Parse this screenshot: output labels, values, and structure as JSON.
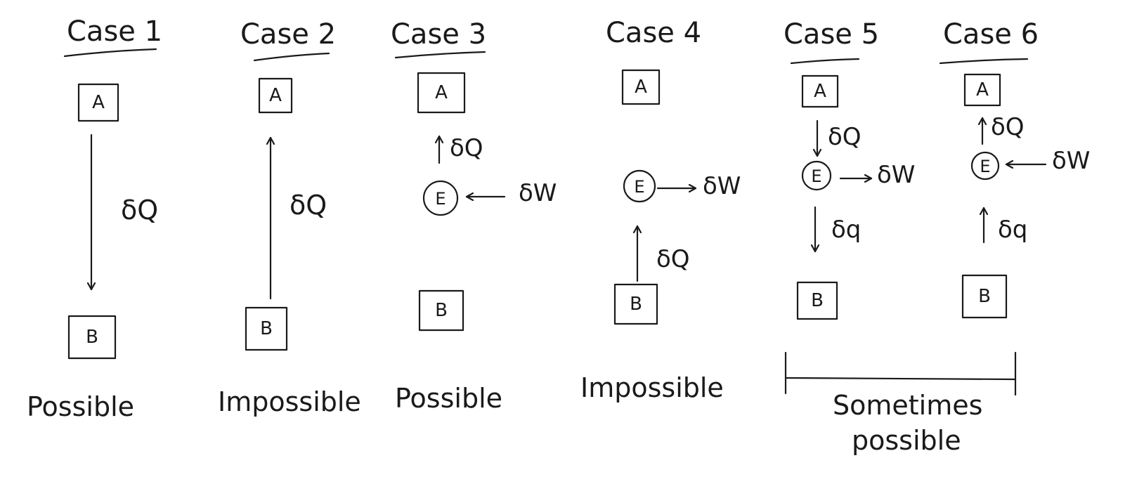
{
  "cases": [
    {
      "title": "Case 1",
      "top_box": "A",
      "bottom_box": "B",
      "arrows": [
        "δQ"
      ],
      "verdict": "Possible"
    },
    {
      "title": "Case 2",
      "top_box": "A",
      "bottom_box": "B",
      "arrows": [
        "δQ"
      ],
      "verdict": "Impossible"
    },
    {
      "title": "Case 3",
      "top_box": "A",
      "bottom_box": "B",
      "engine": "E",
      "arrows": [
        "δQ",
        "δW"
      ],
      "verdict": "Possible"
    },
    {
      "title": "Case 4",
      "top_box": "A",
      "bottom_box": "B",
      "engine": "E",
      "arrows": [
        "δW",
        "δQ"
      ],
      "verdict": "Impossible"
    },
    {
      "title": "Case 5",
      "top_box": "A",
      "bottom_box": "B",
      "engine": "E",
      "arrows": [
        "δQ",
        "δW",
        "δq"
      ]
    },
    {
      "title": "Case 6",
      "top_box": "A",
      "bottom_box": "B",
      "engine": "E",
      "arrows": [
        "δQ",
        "δW",
        "δq"
      ]
    }
  ],
  "group_verdict": {
    "line1": "Sometimes",
    "line2": "possible"
  }
}
